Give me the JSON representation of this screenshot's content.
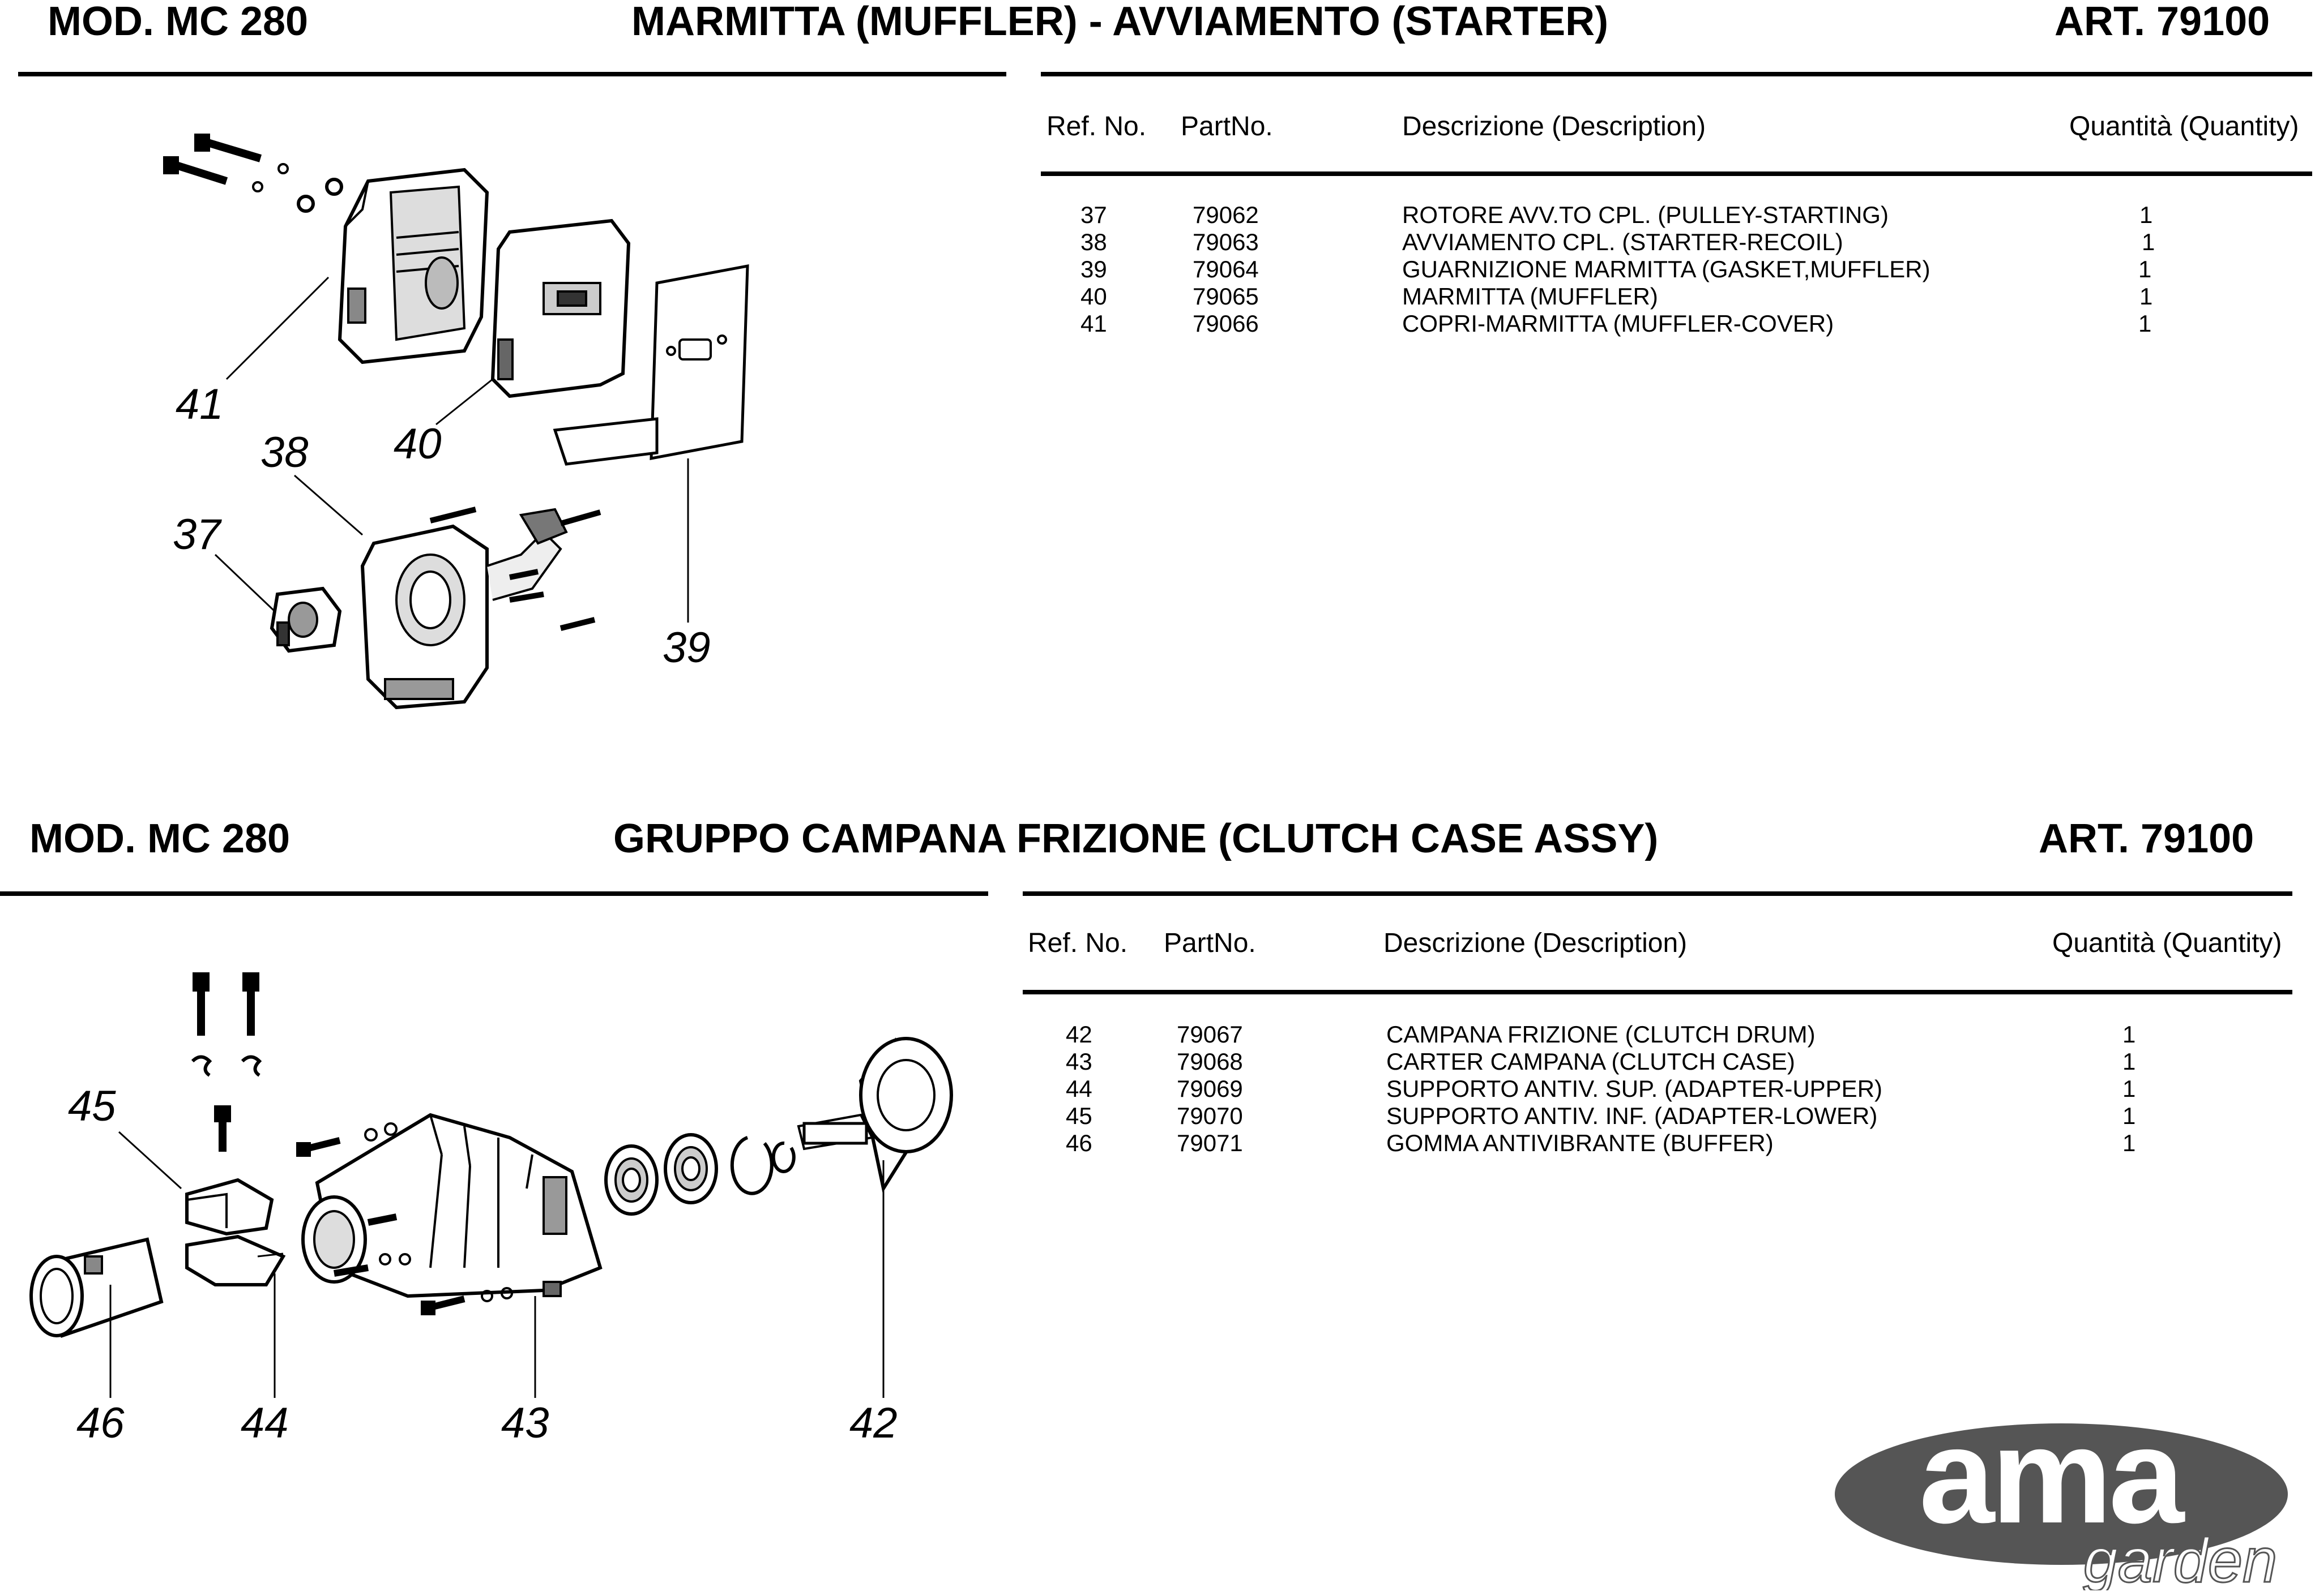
{
  "sections": [
    {
      "model": "MOD. MC 280",
      "title": "MARMITTA (MUFFLER) - AVVIAMENTO (STARTER)",
      "article": "ART. 79100",
      "columns": {
        "ref": "Ref. No.",
        "part": "PartNo.",
        "desc": "Descrizione (Description)",
        "qty": "Quantità (Quantity)"
      },
      "rows": [
        {
          "ref": "37",
          "part": "79062",
          "desc": "ROTORE AVV.TO CPL. (PULLEY-STARTING)",
          "qty": "1"
        },
        {
          "ref": "38",
          "part": "79063",
          "desc": "AVVIAMENTO CPL. (STARTER-RECOIL)",
          "qty": "1"
        },
        {
          "ref": "39",
          "part": "79064",
          "desc": "GUARNIZIONE MARMITTA (GASKET,MUFFLER)",
          "qty": "1"
        },
        {
          "ref": "40",
          "part": "79065",
          "desc": "MARMITTA (MUFFLER)",
          "qty": "1"
        },
        {
          "ref": "41",
          "part": "79066",
          "desc": "COPRI-MARMITTA (MUFFLER-COVER)",
          "qty": "1"
        }
      ],
      "callouts": [
        "41",
        "38",
        "40",
        "37",
        "39"
      ]
    },
    {
      "model": "MOD. MC 280",
      "title": "GRUPPO CAMPANA FRIZIONE (CLUTCH CASE ASSY)",
      "article": "ART. 79100",
      "columns": {
        "ref": "Ref. No.",
        "part": "PartNo.",
        "desc": "Descrizione (Description)",
        "qty": "Quantità (Quantity)"
      },
      "rows": [
        {
          "ref": "42",
          "part": "79067",
          "desc": "CAMPANA FRIZIONE (CLUTCH DRUM)",
          "qty": "1"
        },
        {
          "ref": "43",
          "part": "79068",
          "desc": "CARTER CAMPANA (CLUTCH CASE)",
          "qty": "1"
        },
        {
          "ref": "44",
          "part": "79069",
          "desc": "SUPPORTO ANTIV. SUP. (ADAPTER-UPPER)",
          "qty": "1"
        },
        {
          "ref": "45",
          "part": "79070",
          "desc": "SUPPORTO ANTIV. INF. (ADAPTER-LOWER)",
          "qty": "1"
        },
        {
          "ref": "46",
          "part": "79071",
          "desc": "GOMMA ANTIVIBRANTE (BUFFER)",
          "qty": "1"
        }
      ],
      "callouts": [
        "45",
        "46",
        "44",
        "43",
        "42"
      ]
    }
  ],
  "logo": {
    "brand": "ama",
    "sub": "garden",
    "colors": {
      "oval": "#555555",
      "text": "#ffffff"
    }
  }
}
